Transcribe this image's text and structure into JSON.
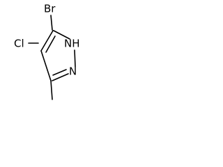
{
  "molecule": {
    "atoms": {
      "bromine": "Br",
      "chlorine": "Cl",
      "nh": "NH",
      "n": "N"
    }
  },
  "colors": {
    "bond": "#000000",
    "label": "#000000",
    "background": "#ffffff"
  }
}
